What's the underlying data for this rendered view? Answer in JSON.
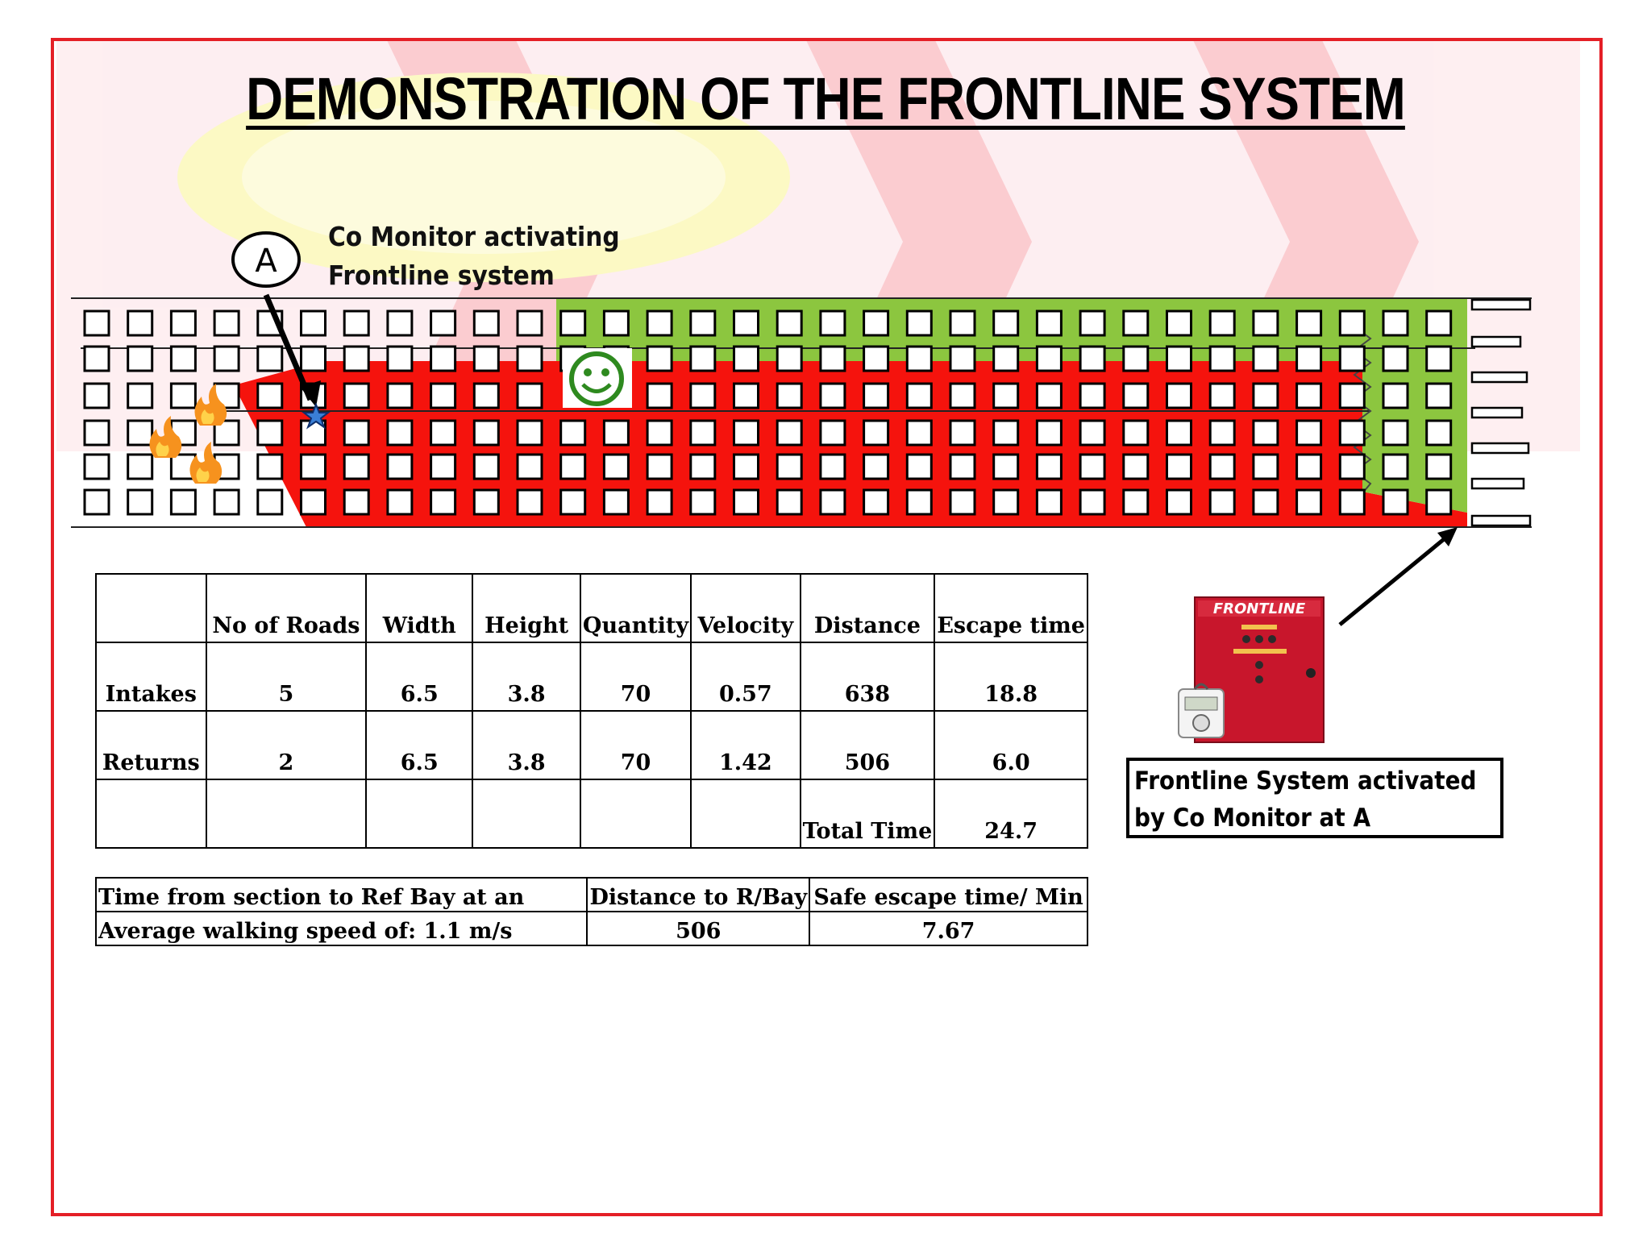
{
  "title": "DEMONSTRATION OF THE FRONTLINE SYSTEM",
  "callout": {
    "marker": "A",
    "line1": "Co Monitor activating",
    "line2": "Frontline system"
  },
  "colors": {
    "border": "#e41f26",
    "danger_zone": "#f5130d",
    "safe_zone": "#8cc63f",
    "smiley": "#3d9b25",
    "sensor": "#3a7fd5"
  },
  "icons": [
    "smiley-icon",
    "sensor-star-icon",
    "fire-icon",
    "frontline-device-icon"
  ],
  "table_main": {
    "headers": [
      "",
      "No of Roads",
      "Width",
      "Height",
      "Quantity",
      "Velocity",
      "Distance",
      "Escape time"
    ],
    "rows": [
      [
        "Intakes",
        "5",
        "6.5",
        "3.8",
        "70",
        "0.57",
        "638",
        "18.8"
      ],
      [
        "Returns",
        "2",
        "6.5",
        "3.8",
        "70",
        "1.42",
        "506",
        "6.0"
      ],
      [
        "",
        "",
        "",
        "",
        "",
        "",
        "Total Time",
        "24.7"
      ]
    ]
  },
  "table_walk": {
    "row1": [
      "Time from section to Ref Bay at an",
      "Distance to R/Bay",
      "Safe escape time/ Min"
    ],
    "row2": [
      "Average walking speed of: 1.1 m/s",
      "506",
      "7.67"
    ]
  },
  "device": {
    "brand": "FRONTLINE"
  },
  "caption": {
    "line1": "Frontline System activated",
    "line2": "by Co Monitor at A"
  }
}
